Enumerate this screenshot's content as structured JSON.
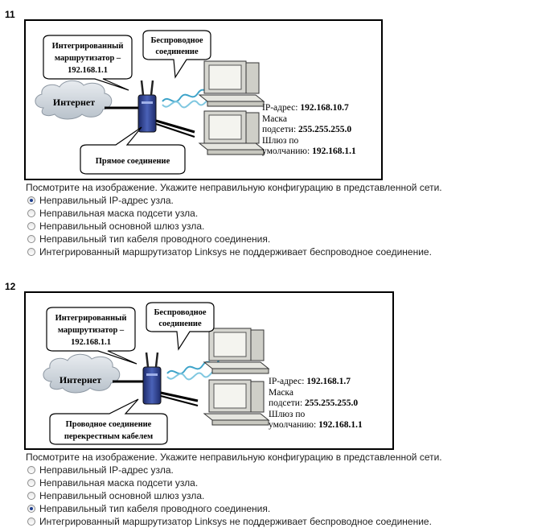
{
  "questions": [
    {
      "number": "11",
      "figure": {
        "router_label": [
          "Интегрированный",
          "маршрутизатор –",
          "192.168.1.1"
        ],
        "wireless_label": [
          "Беспроводное",
          "соединение"
        ],
        "internet_label": "Интернет",
        "wired_label": [
          "Прямое соединение"
        ],
        "host": {
          "ip_prefix": "IP-адрес: ",
          "ip_value": "192.168.10.7",
          "mask_line1": "Маска",
          "mask_prefix": "подсети: ",
          "mask_value": "255.255.255.0",
          "gw_line1": "Шлюз по",
          "gw_prefix": "умолчанию: ",
          "gw_value": "192.168.1.1"
        }
      },
      "prompt": "Посмотрите на изображение. Укажите неправильную конфигурацию в представленной сети.",
      "options": [
        {
          "label": "Неправильный IP-адрес узла.",
          "selected": true
        },
        {
          "label": "Неправильная маска подсети узла.",
          "selected": false
        },
        {
          "label": "Неправильный основной шлюз узла.",
          "selected": false
        },
        {
          "label": "Неправильный тип кабеля проводного соединения.",
          "selected": false
        },
        {
          "label": "Интегрированный маршрутизатор Linksys не поддерживает беспроводное соединение.",
          "selected": false
        }
      ]
    },
    {
      "number": "12",
      "figure": {
        "router_label": [
          "Интегрированный",
          "маршрутизатор –",
          "192.168.1.1"
        ],
        "wireless_label": [
          "Беспроводное",
          "соединение"
        ],
        "internet_label": "Интернет",
        "wired_label": [
          "Проводное соединение",
          "перекрестным кабелем"
        ],
        "host": {
          "ip_prefix": "IP-адрес: ",
          "ip_value": "192.168.1.7",
          "mask_line1": "Маска",
          "mask_prefix": "подсети: ",
          "mask_value": "255.255.255.0",
          "gw_line1": "Шлюз по",
          "gw_prefix": "умолчанию: ",
          "gw_value": "192.168.1.1"
        }
      },
      "prompt": "Посмотрите на изображение. Укажите неправильную конфигурацию в представленной сети.",
      "options": [
        {
          "label": "Неправильный IP-адрес узла.",
          "selected": false
        },
        {
          "label": "Неправильная маска подсети узла.",
          "selected": false
        },
        {
          "label": "Неправильный основной шлюз узла.",
          "selected": false
        },
        {
          "label": "Неправильный тип кабеля проводного соединения.",
          "selected": true
        },
        {
          "label": "Интегрированный маршрутизатор Linksys не поддерживает беспроводное соединение.",
          "selected": false
        }
      ]
    }
  ]
}
